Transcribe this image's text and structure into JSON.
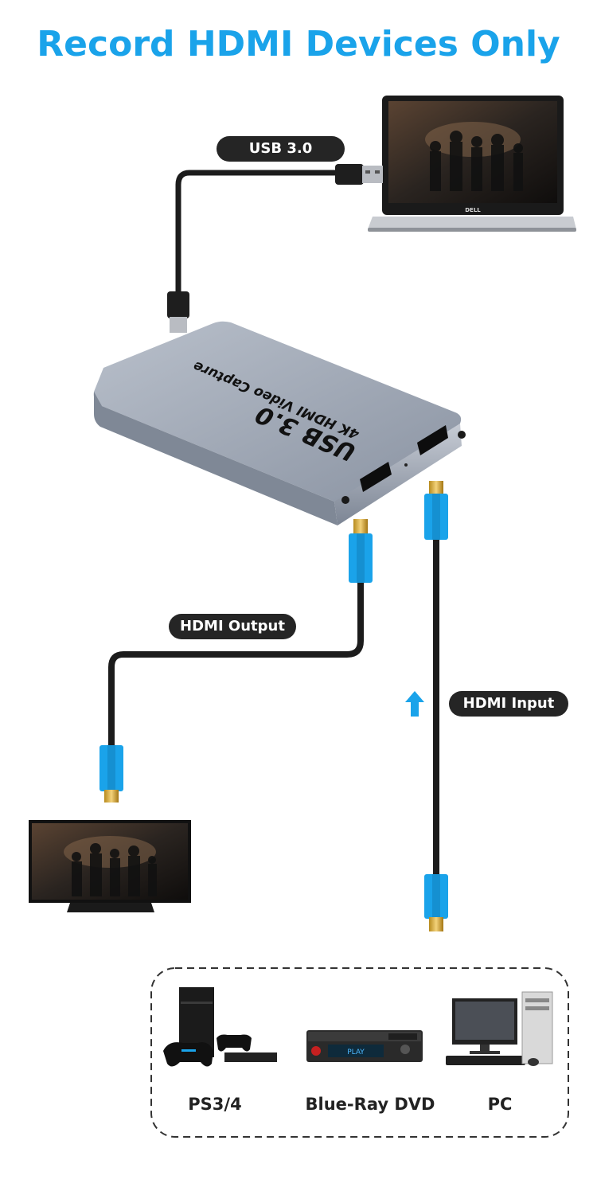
{
  "title": "Record HDMI Devices Only",
  "labels": {
    "usb": "USB 3.0",
    "hdmi_output": "HDMI Output",
    "hdmi_input": "HDMI Input"
  },
  "capture_card": {
    "brand_text": "USB 3.0",
    "model_text": "4K HDMI Video Capture"
  },
  "laptop_brand": "DELL",
  "source_devices": [
    {
      "label": "PS3/4"
    },
    {
      "label": "Blue-Ray DVD",
      "display_text": "PLAY"
    },
    {
      "label": "PC"
    }
  ],
  "colors": {
    "title": "#1aa3ea",
    "pill_bg": "#252525",
    "hdmi_connector": "#1aa3ea",
    "arrow": "#1aa3ea"
  }
}
